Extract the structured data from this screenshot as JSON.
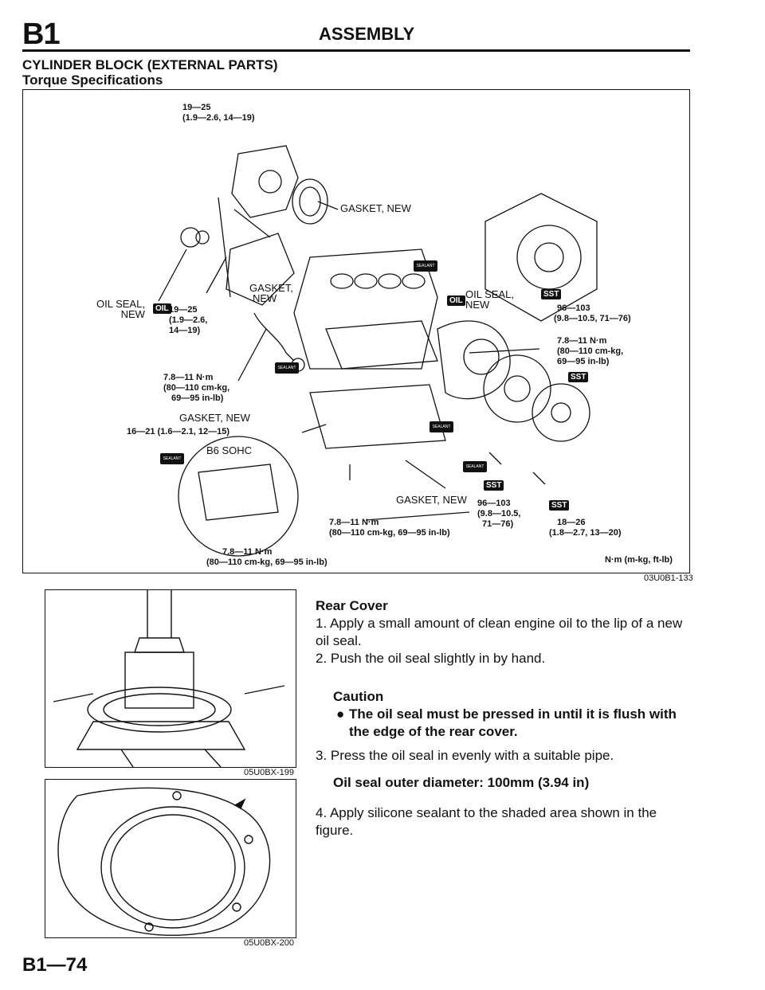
{
  "header": {
    "code": "B1",
    "title": "ASSEMBLY"
  },
  "section": {
    "title": "CYLINDER BLOCK (EXTERNAL PARTS)",
    "subtitle": "Torque Specifications"
  },
  "figure_main": {
    "code": "03U0B1-133",
    "unit_note": "N·m (m-kg, ft-lb)",
    "labels": {
      "t1a": "19—25",
      "t1b": "(1.9—2.6, 14—19)",
      "gasket_new_1": "GASKET, NEW",
      "oil_seal_left_a": "OIL SEAL,",
      "oil_seal_left_b": "NEW",
      "t2a": "19—25",
      "t2b": "(1.9—2.6,",
      "t2c": "14—19)",
      "gasket_2a": "GASKET,",
      "gasket_2b": "NEW",
      "t3a": "7.8—11 N·m",
      "t3b": "(80—110 cm-kg,",
      "t3c": "69—95 in-lb)",
      "gasket_new_3": "GASKET, NEW",
      "t4": "16—21 (1.6—2.1, 12—15)",
      "b6": "B6 SOHC",
      "oil_seal_right_a": "OIL SEAL,",
      "oil_seal_right_b": "NEW",
      "t5a": "96—103",
      "t5b": "(9.8—10.5, 71—76)",
      "t6a": "7.8—11 N·m",
      "t6b": "(80—110 cm-kg,",
      "t6c": "69—95 in-lb)",
      "gasket_new_4": "GASKET, NEW",
      "t7a": "96—103",
      "t7b": "(9.8—10.5,",
      "t7c": "71—76)",
      "t8a": "7.8—11 N·m",
      "t8b": "(80—110 cm-kg, 69—95 in-lb)",
      "t9a": "18—26",
      "t9b": "(1.8—2.7, 13—20)",
      "t10a": "7.8—11 N·m",
      "t10b": "(80—110 cm-kg, 69—95 in-lb)"
    },
    "tags": {
      "sst": "SST",
      "sealant": "SEALANT",
      "oil": "OIL"
    }
  },
  "figure_a": {
    "code": "05U0BX-199"
  },
  "figure_b": {
    "code": "05U0BX-200"
  },
  "content": {
    "heading": "Rear Cover",
    "step1": "1. Apply a small amount of clean engine oil to the lip of a new oil seal.",
    "step2": "2. Push the oil seal slightly in by hand.",
    "caution_title": "Caution",
    "caution_text": "The oil seal must be pressed in until it is flush with the edge of the rear cover.",
    "step3": "3. Press the oil seal in evenly with a suitable pipe.",
    "spec": "Oil seal outer diameter: 100mm (3.94 in)",
    "step4": "4. Apply silicone sealant to the shaded area shown in the figure."
  },
  "footer": {
    "page": "B1—74"
  }
}
